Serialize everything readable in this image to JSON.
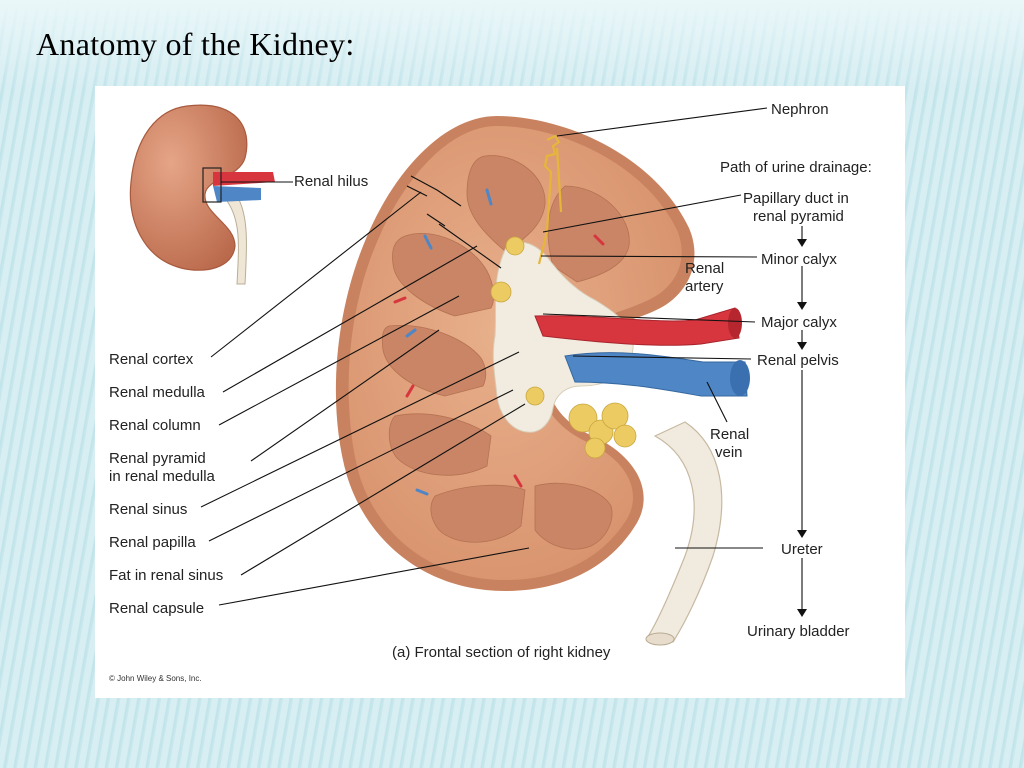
{
  "slide": {
    "title": "Anatomy of the Kidney:"
  },
  "figure": {
    "caption": "(a) Frontal section of right kidney",
    "copyright": "© John Wiley & Sons, Inc.",
    "labels_left": {
      "renal_hilus": "Renal hilus",
      "renal_cortex": "Renal cortex",
      "renal_medulla": "Renal medulla",
      "renal_column": "Renal column",
      "renal_pyramid_l1": "Renal pyramid",
      "renal_pyramid_l2": "in renal medulla",
      "renal_sinus": "Renal sinus",
      "renal_papilla": "Renal papilla",
      "fat_in_renal_sinus": "Fat in renal sinus",
      "renal_capsule": "Renal capsule"
    },
    "labels_right": {
      "nephron": "Nephron",
      "renal_artery_l1": "Renal",
      "renal_artery_l2": "artery",
      "renal_vein_l1": "Renal",
      "renal_vein_l2": "vein"
    },
    "urine_path": {
      "heading": "Path of urine drainage:",
      "papillary_duct_l1": "Papillary duct in",
      "papillary_duct_l2": "renal pyramid",
      "minor_calyx": "Minor calyx",
      "major_calyx": "Major calyx",
      "renal_pelvis": "Renal pelvis",
      "ureter": "Ureter",
      "urinary_bladder": "Urinary bladder"
    },
    "colors": {
      "cortex": "#e3a27c",
      "medulla": "#d28f6e",
      "capsule": "#c6785a",
      "artery": "#d7363f",
      "vein": "#4f86c6",
      "fat": "#eccc62",
      "sinus": "#f2ece0"
    }
  }
}
